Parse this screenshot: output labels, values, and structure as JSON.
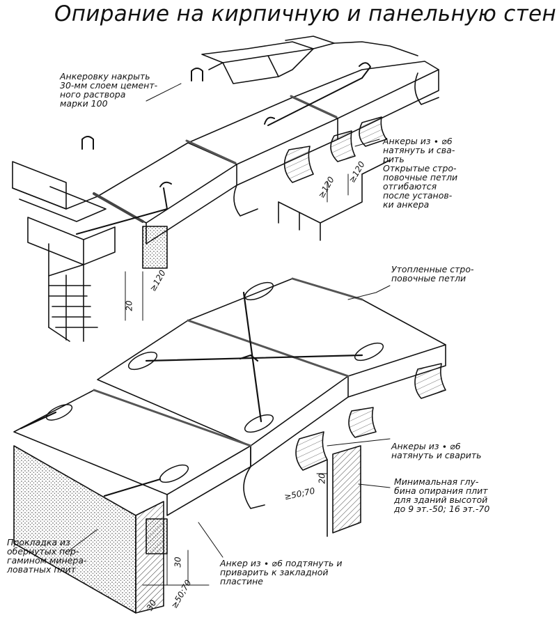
{
  "title": "Опирание на кирпичную и панельную стены",
  "labels": {
    "anchor_cover": "Анкеровку накрыть\n30-мм слоем цемент-\nного раствора\nмарки 100",
    "anchors_top": "Анкеры из ∙ ⌀6\nнатянуть и сва-\nрить\nОткрытые стро-\nповочные петли\nотгибаются\nпосле установ-\nки анкера",
    "recessed_loops": "Утопленные стро-\nповочные петли",
    "anchors_middle": "Анкеры из ∙ ⌀6\nнатянуть и сварить",
    "min_depth": "Минимальная глу-\nбина опирания плит\nдля зданий высотой\nдо 9 эт.-50; 16 эт.-70",
    "gasket": "Прокладка из\nобернутых пер-\nгамином минера-\nловатных плит",
    "anchor_weld": "Анкер из ∙ ⌀6 подтянуть и\nприварить к закладной\nпластине"
  },
  "dimensions": {
    "d_ge120_a": "≥120",
    "d_ge120_b": "≥120",
    "d_ge120_c": "≥120",
    "d_20_a": "20",
    "d_20_b": "20",
    "d_ge50_70_a": "≥50;70",
    "d_30_a": "30",
    "d_30_b": "30",
    "d_ge50_70_b": "≥50;70"
  }
}
